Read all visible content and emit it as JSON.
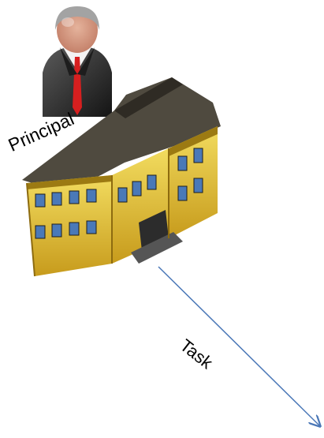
{
  "labels": {
    "principal": "Principal",
    "task": "Task"
  },
  "icons": {
    "person": "principal-person-icon",
    "building": "school-building-icon",
    "arrow": "task-arrow"
  },
  "colors": {
    "building_wall": "#e2c12f",
    "building_wall_shade": "#b58d12",
    "building_roof": "#4f4a3f",
    "building_roof_dark": "#2f2b24",
    "building_window": "#4a79b8",
    "suit": "#2e2e2e",
    "tie": "#d71f1f",
    "face": "#d79c83",
    "hair": "#9e9e9e",
    "arrow": "#4a77b7"
  }
}
